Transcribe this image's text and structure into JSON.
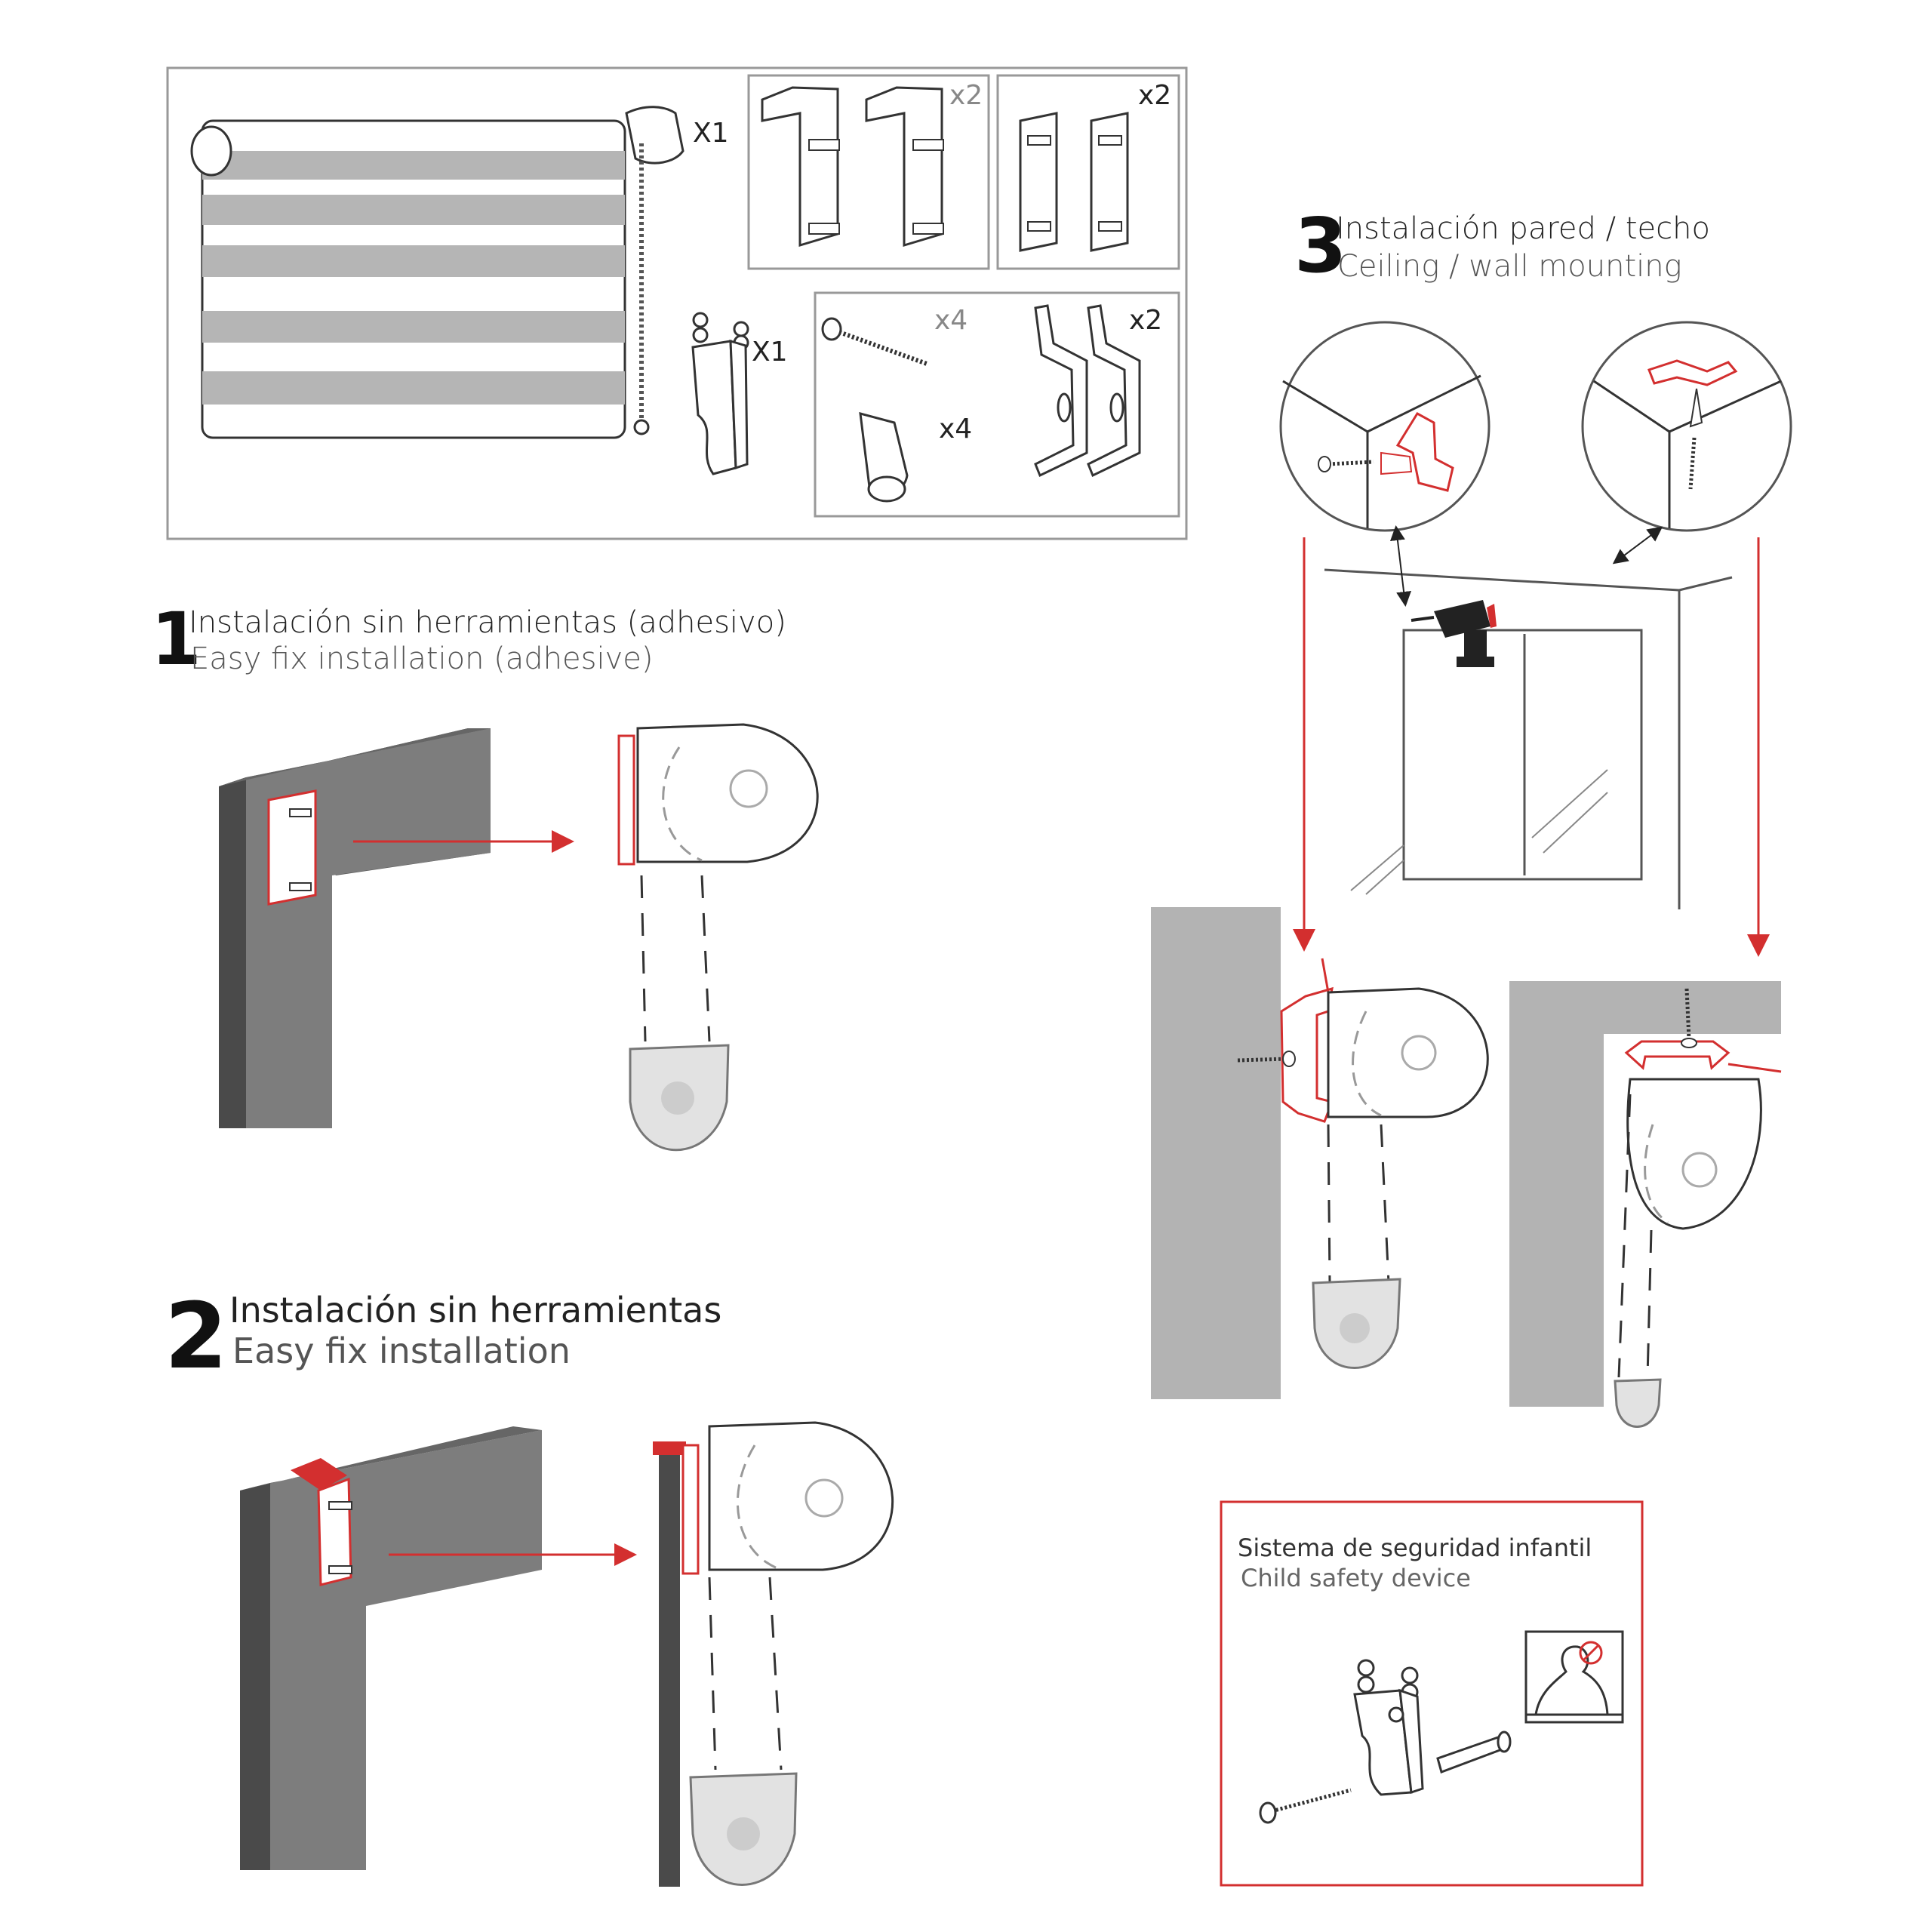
{
  "colors": {
    "accent": "#d32f2f",
    "wall_dark": "#4a4a4a",
    "wall_mid": "#7d7d7d",
    "wall_light": "#b3b3b3",
    "stripe": "#b5b5b5",
    "line": "#333333"
  },
  "kit": {
    "blind_qty": "X1",
    "clip_bracket_qty": "x2",
    "adhesive_bracket_qty": "x2",
    "safety_device_qty": "X1",
    "screw_qty": "x4",
    "plug_qty": "x4",
    "metal_bracket_qty": "x2"
  },
  "step1": {
    "number": "1",
    "title_es": "Instalación sin herramientas (adhesivo)",
    "title_en": "Easy fix installation (adhesive)"
  },
  "step2": {
    "number": "2",
    "title_es": "Instalación sin herramientas",
    "title_en": "Easy fix installation"
  },
  "step3": {
    "number": "3",
    "title_es": "Instalación pared / techo",
    "title_en": "Ceiling / wall mounting"
  },
  "safety": {
    "title_es": "Sistema de seguridad infantil",
    "title_en": "Child safety device"
  },
  "icons": [
    "roller-blind-icon",
    "clip-bracket-icon",
    "adhesive-bracket-icon",
    "safety-device-icon",
    "screw-icon",
    "wall-plug-icon",
    "metal-bracket-icon",
    "drill-icon",
    "child-warning-icon"
  ]
}
